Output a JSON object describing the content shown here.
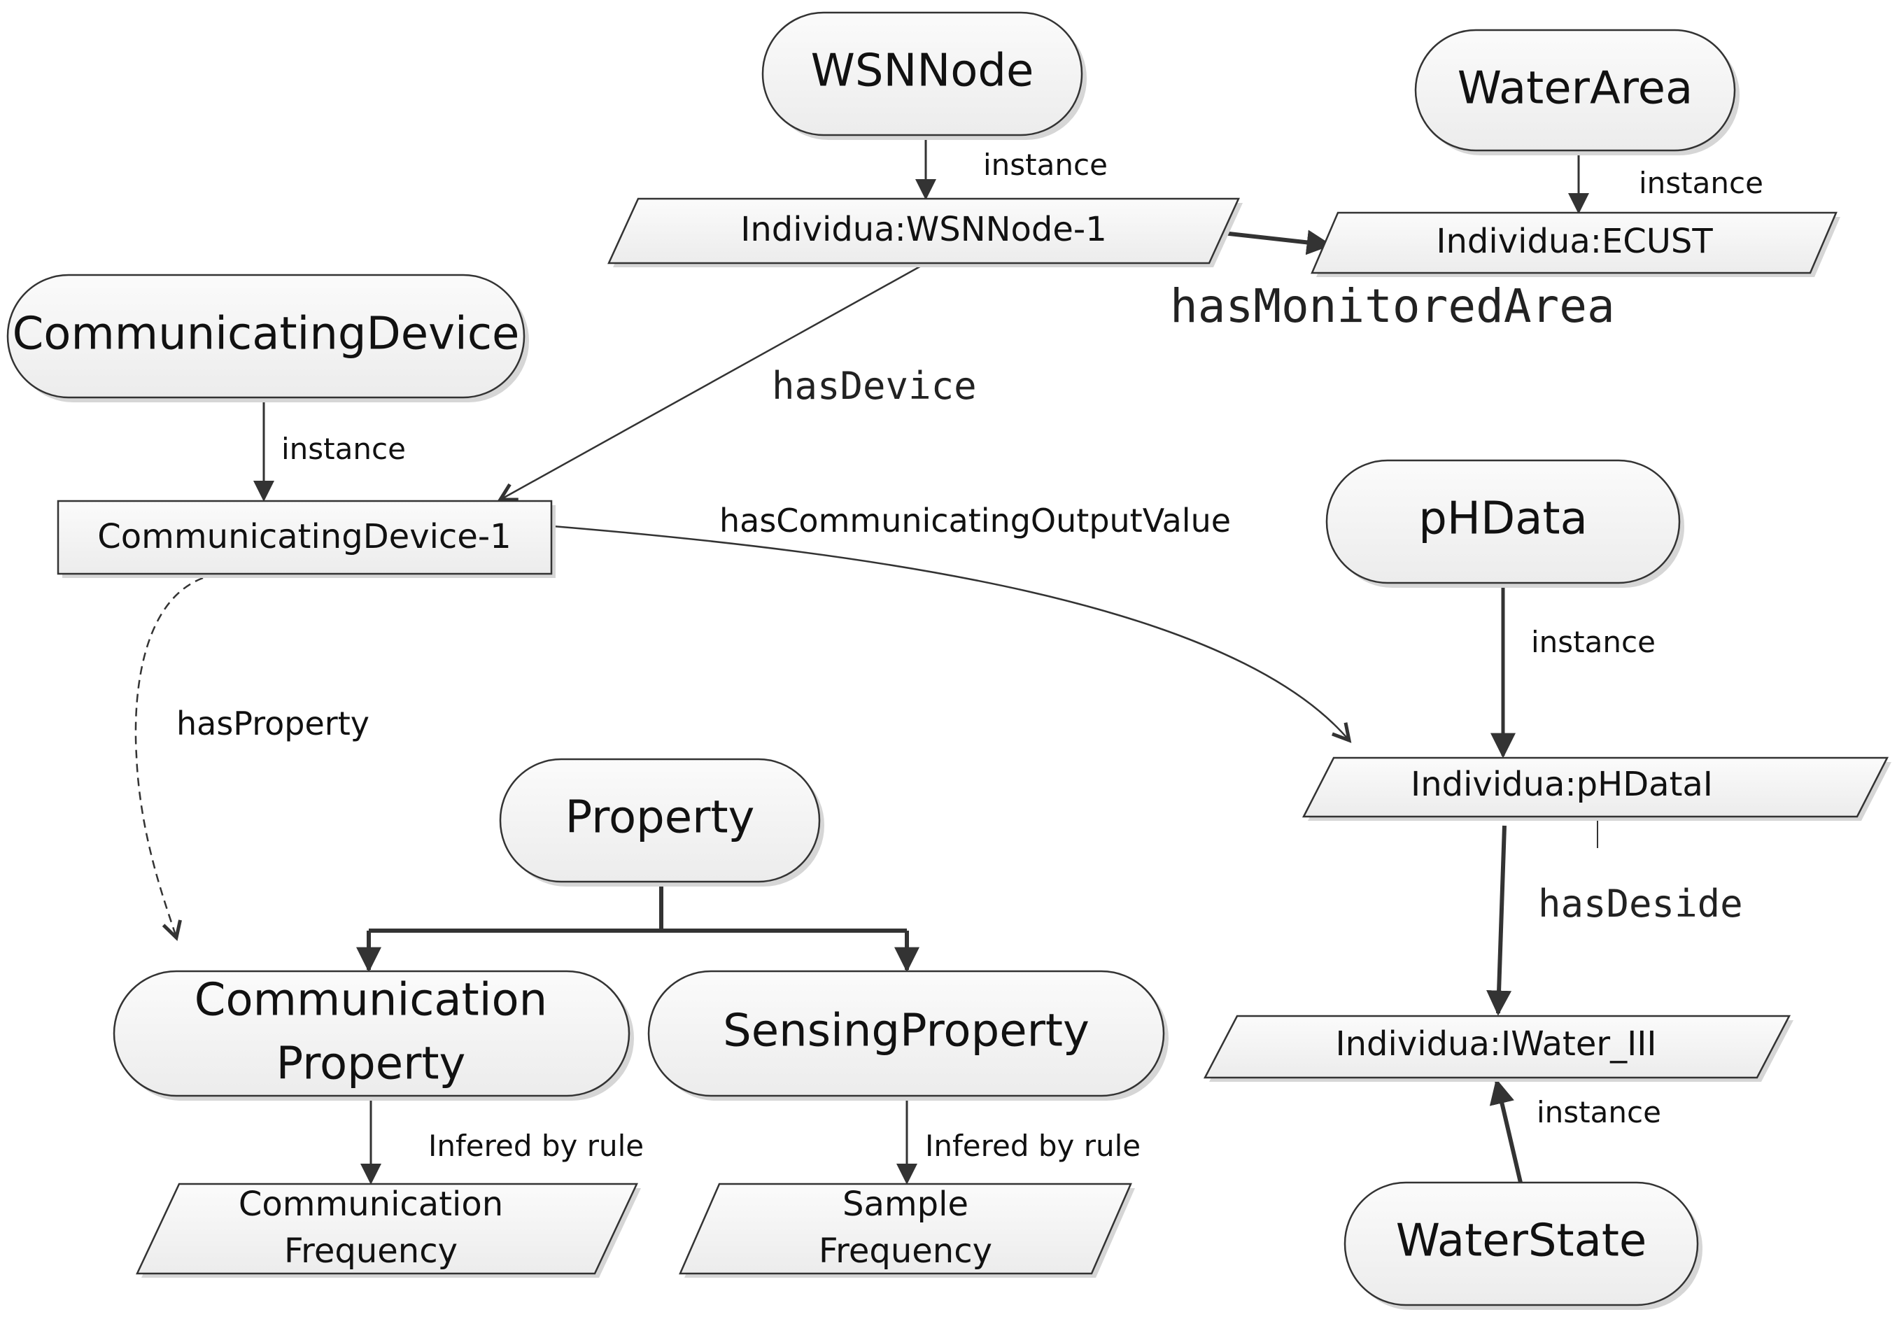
{
  "classes": {
    "wsn_node": "WSNNode",
    "water_area": "WaterArea",
    "communicating_device": "CommunicatingDevice",
    "ph_data": "pHData",
    "property": "Property",
    "communication_property_line1": "Communication",
    "communication_property_line2": "Property",
    "sensing_property": "SensingProperty",
    "water_state": "WaterState"
  },
  "individuals": {
    "wsn_node_1": "Individua:WSNNode-1",
    "ecust": "Individua:ECUST",
    "communicating_device_1": "CommunicatingDevice-1",
    "ph_data_1": "Individua:pHDataI",
    "water_iii": "Individua:IWater_III",
    "communication_frequency_line1": "Communication",
    "communication_frequency_line2": "Frequency",
    "sample_frequency_line1": "Sample",
    "sample_frequency_line2": "Frequency"
  },
  "relations": {
    "instance_wsn": "instance",
    "instance_water_area": "instance",
    "instance_comm_device": "instance",
    "instance_ph": "instance",
    "instance_water_state": "instance",
    "has_monitored_area": "hasMonitoredArea",
    "has_device": "hasDevice",
    "has_communicating_output_value": "hasCommunicatingOutputValue",
    "has_property": "hasProperty",
    "has_deside": "hasDeside",
    "infered_comm": "Infered by rule",
    "infered_sample": "Infered by rule"
  },
  "colors": {
    "node_fill": "#f4f4f4",
    "stroke": "#333333",
    "shadow": "#d6d6d6"
  }
}
